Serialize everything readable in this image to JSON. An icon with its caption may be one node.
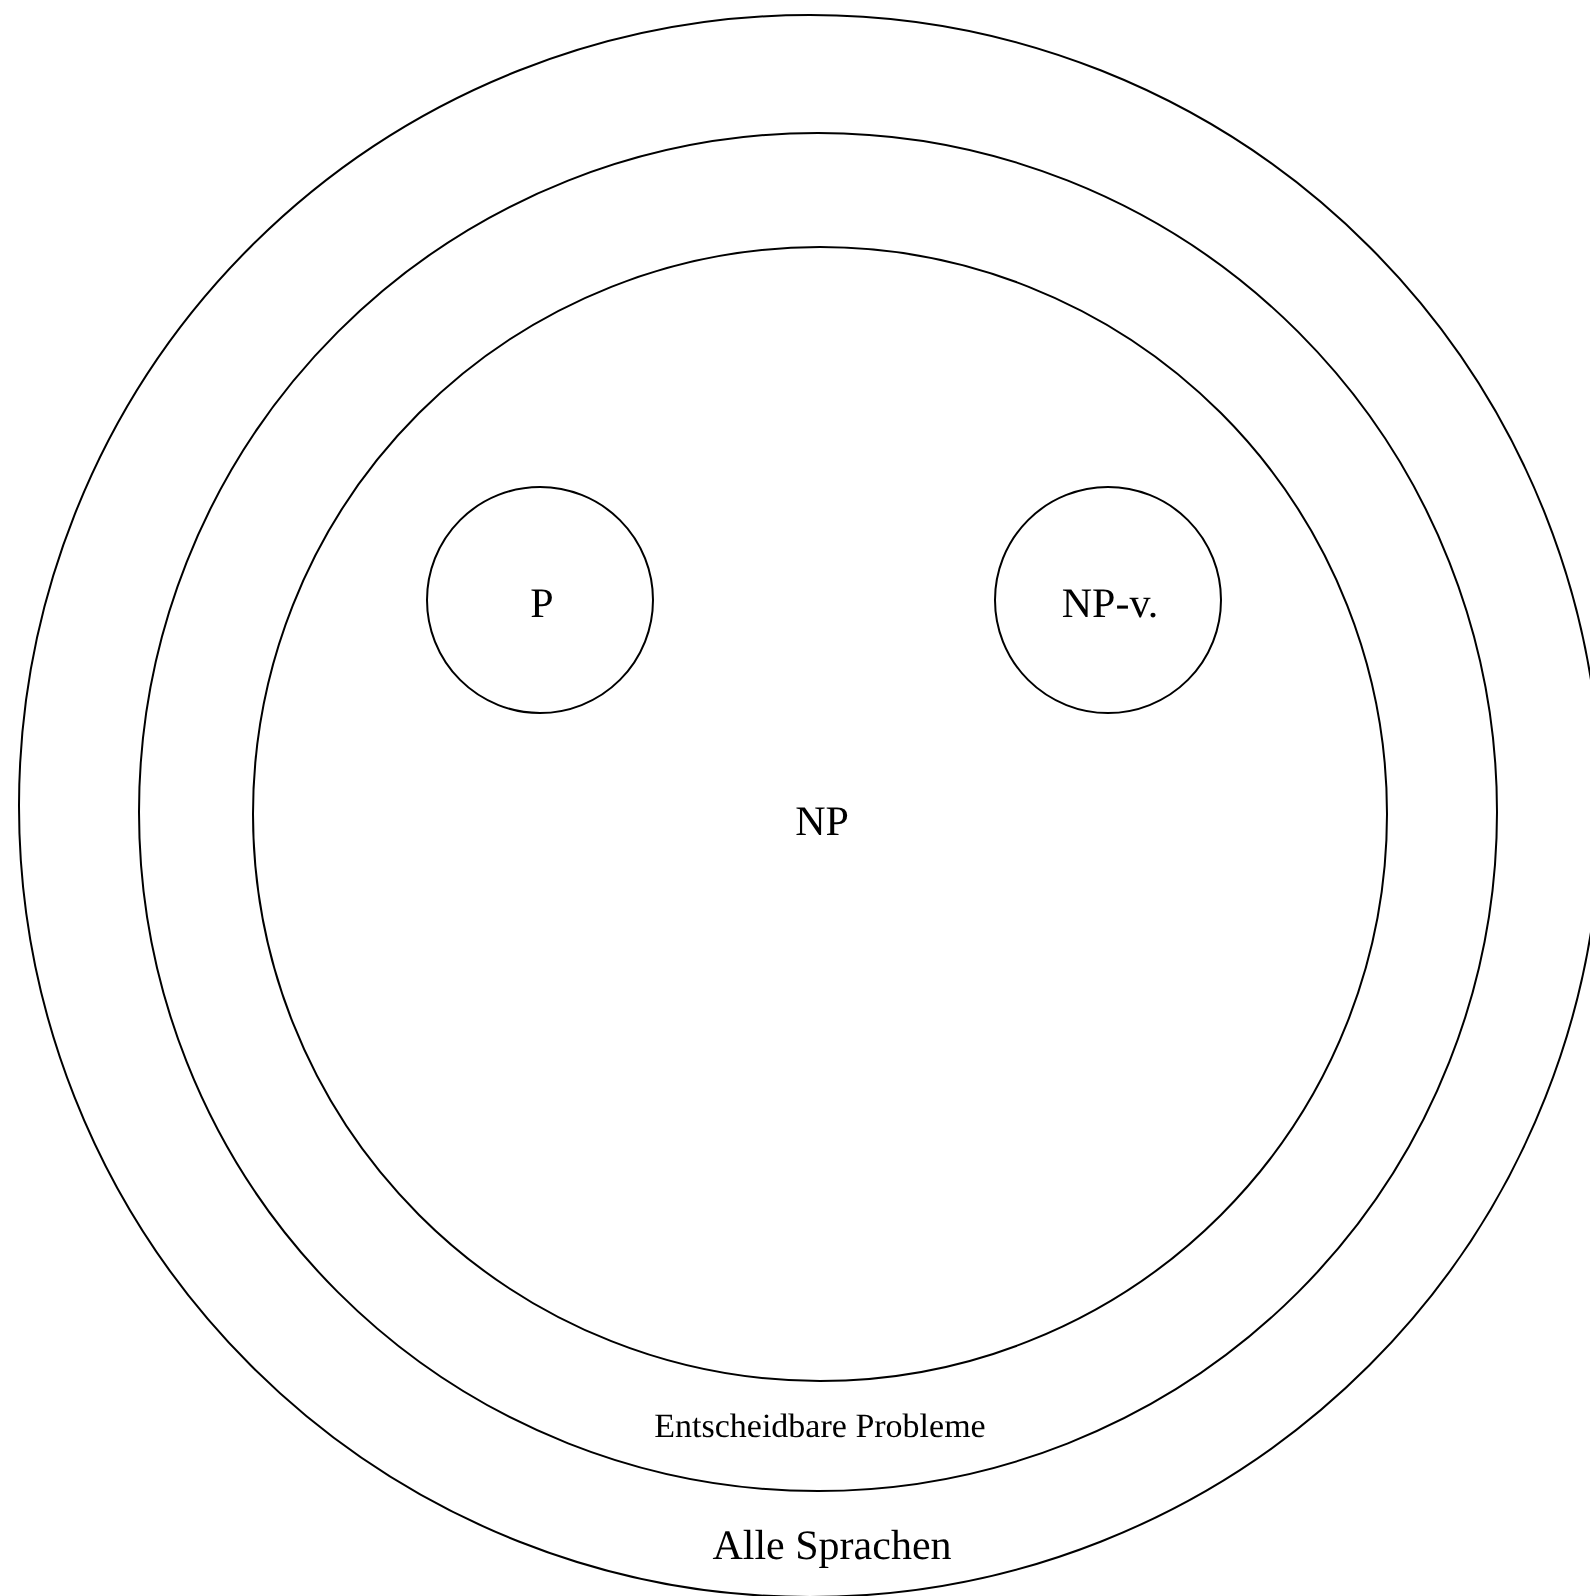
{
  "diagram": {
    "nodes": [
      {
        "text": [
          "Alle Sprachen"
        ]
      },
      {
        "text": [
          "Entscheidbare Probleme"
        ],
        "in": 0
      },
      {
        "text": [
          "NP"
        ],
        "in": 1
      },
      {
        "text": [
          "P"
        ],
        "in": 2
      },
      {
        "text": [
          "NP-v."
        ],
        "in": 2
      }
    ]
  }
}
